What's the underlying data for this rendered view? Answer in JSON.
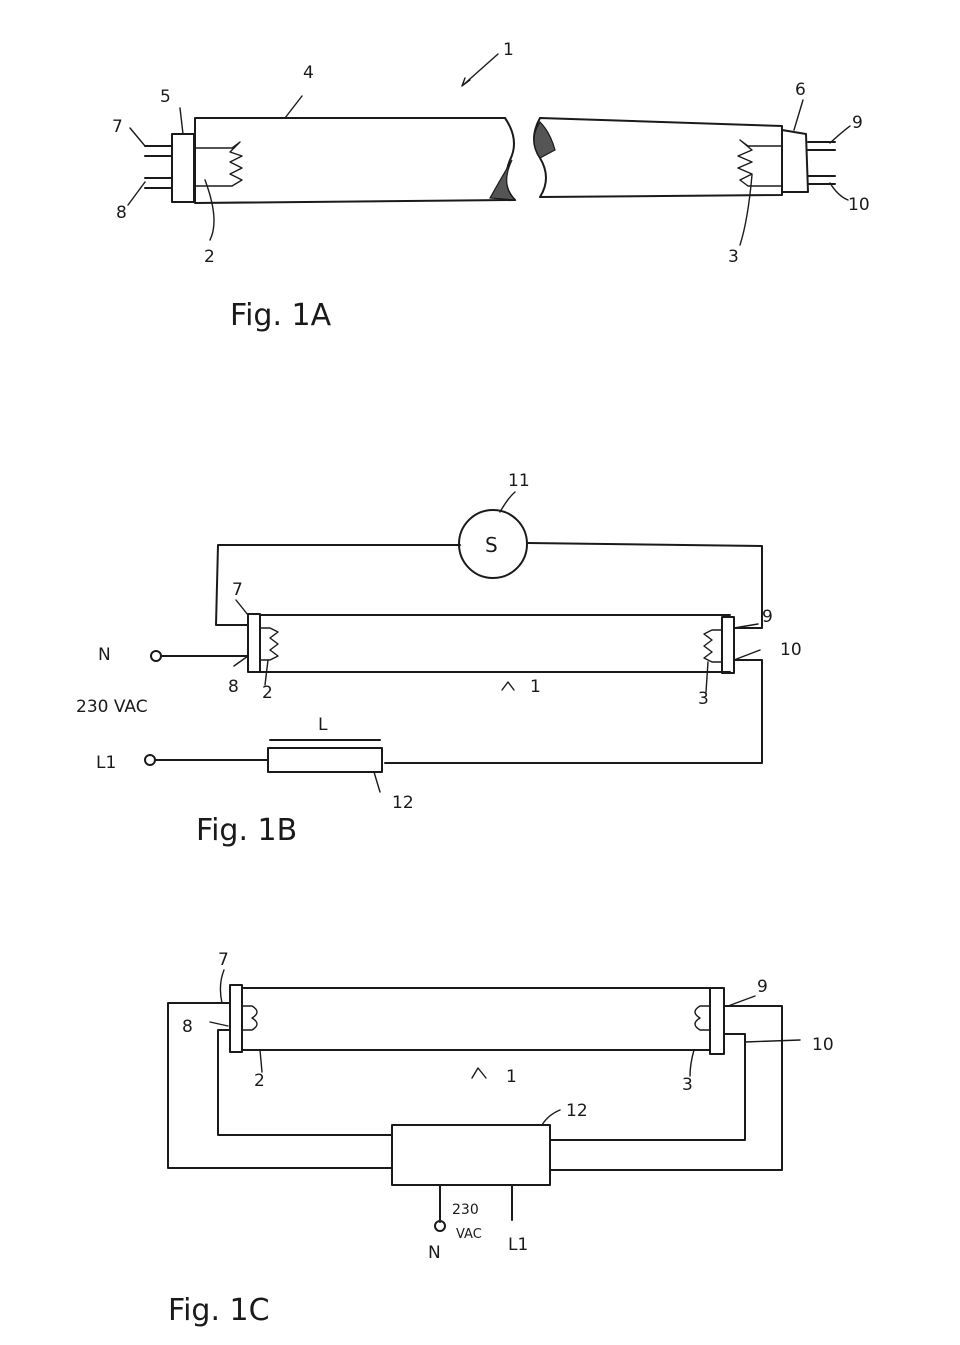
{
  "figures": {
    "fig1a": {
      "caption": "Fig. 1A",
      "ref_labels": {
        "lamp": "1",
        "cathode_left": "2",
        "cathode_right": "3",
        "tube": "4",
        "endcap_left": "5",
        "endcap_right": "6",
        "pin_7": "7",
        "pin_8": "8",
        "pin_9": "9",
        "pin_10": "10"
      }
    },
    "fig1b": {
      "caption": "Fig. 1B",
      "starter_symbol": "S",
      "ref_labels": {
        "starter": "11",
        "pin_7": "7",
        "pin_8": "8",
        "pin_9": "9",
        "pin_10": "10",
        "cathode_left": "2",
        "cathode_right": "3",
        "lamp": "1",
        "ballast": "12",
        "ballast_letter": "L"
      },
      "supply": {
        "neutral": "N",
        "voltage": "230 VAC",
        "line": "L1"
      }
    },
    "fig1c": {
      "caption": "Fig. 1C",
      "ref_labels": {
        "pin_7": "7",
        "pin_8": "8",
        "pin_9": "9",
        "pin_10": "10",
        "cathode_left": "2",
        "cathode_right": "3",
        "lamp": "1",
        "ballast": "12"
      },
      "supply": {
        "voltage_line1": "230",
        "voltage_line2": "VAC",
        "neutral": "N",
        "line": "L1"
      }
    }
  }
}
